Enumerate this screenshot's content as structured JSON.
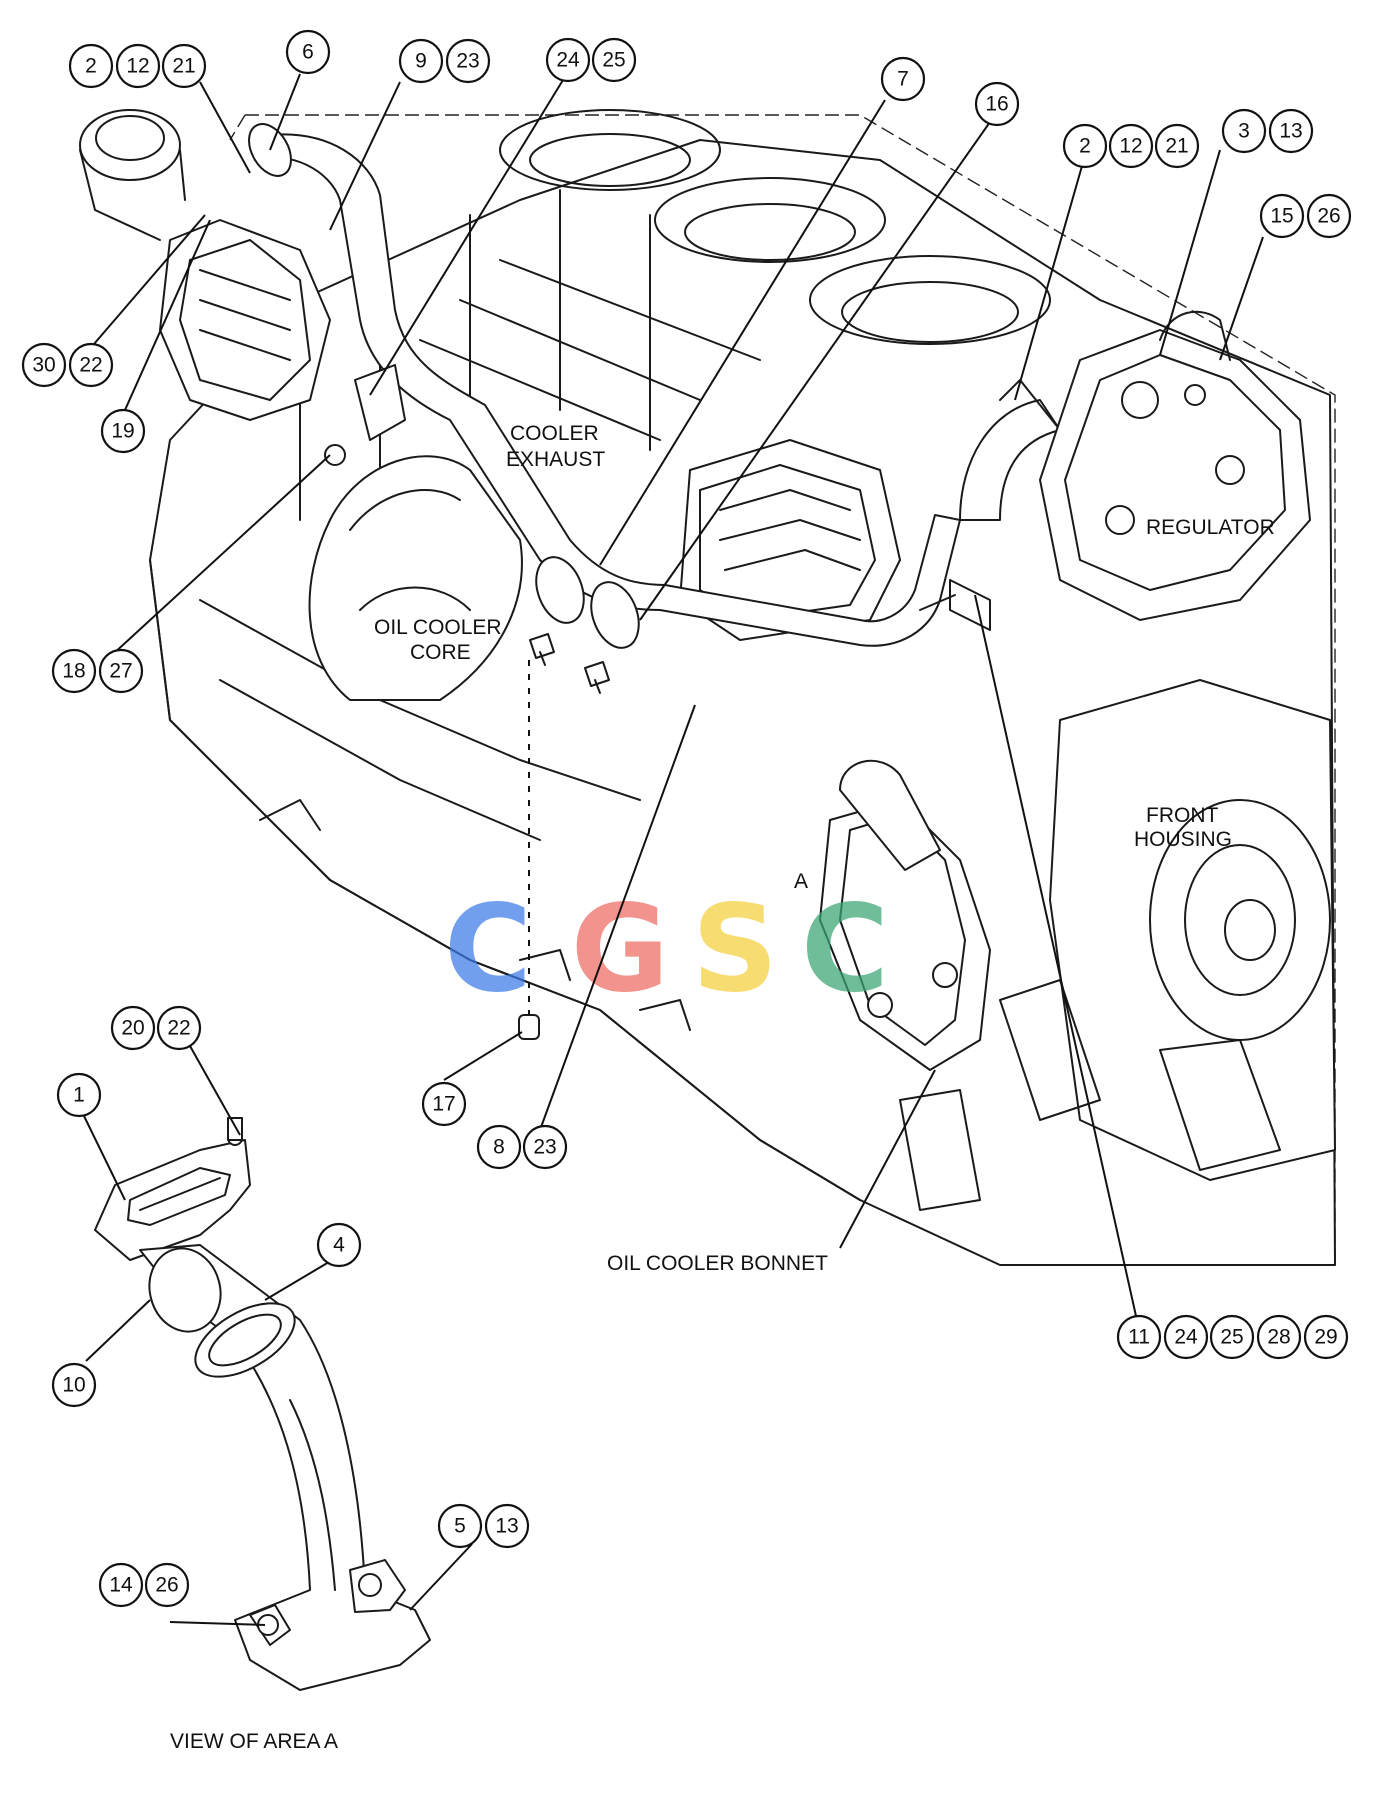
{
  "labels": {
    "cooler_exhaust_1": "COOLER",
    "cooler_exhaust_2": "EXHAUST",
    "oil_cooler_core_1": "OIL COOLER",
    "oil_cooler_core_2": "CORE",
    "regulator": "REGULATOR",
    "front_housing_1": "FRONT",
    "front_housing_2": "HOUSING",
    "area_a": "A",
    "oil_cooler_bonnet": "OIL COOLER BONNET",
    "view_of_area_a": "VIEW OF AREA  A"
  },
  "watermark": {
    "letters": [
      "C",
      "G",
      "S",
      "C"
    ],
    "colors": [
      "#3b7be8",
      "#ef6a64",
      "#f5cf3c",
      "#3aa673"
    ]
  },
  "callouts": {
    "c_2_12_21_left": [
      "2",
      "12",
      "21"
    ],
    "c_6": [
      "6"
    ],
    "c_9_23": [
      "9",
      "23"
    ],
    "c_24_25": [
      "24",
      "25"
    ],
    "c_7": [
      "7"
    ],
    "c_16": [
      "16"
    ],
    "c_2_12_21_right": [
      "2",
      "12",
      "21"
    ],
    "c_3_13": [
      "3",
      "13"
    ],
    "c_15_26": [
      "15",
      "26"
    ],
    "c_30_22": [
      "30",
      "22"
    ],
    "c_19": [
      "19"
    ],
    "c_18_27": [
      "18",
      "27"
    ],
    "c_17": [
      "17"
    ],
    "c_8_23": [
      "8",
      "23"
    ],
    "c_20_22": [
      "20",
      "22"
    ],
    "c_1": [
      "1"
    ],
    "c_4": [
      "4"
    ],
    "c_10": [
      "10"
    ],
    "c_5_13": [
      "5",
      "13"
    ],
    "c_14_26": [
      "14",
      "26"
    ],
    "c_11_24_25_28_29": [
      "11",
      "24",
      "25",
      "28",
      "29"
    ]
  }
}
